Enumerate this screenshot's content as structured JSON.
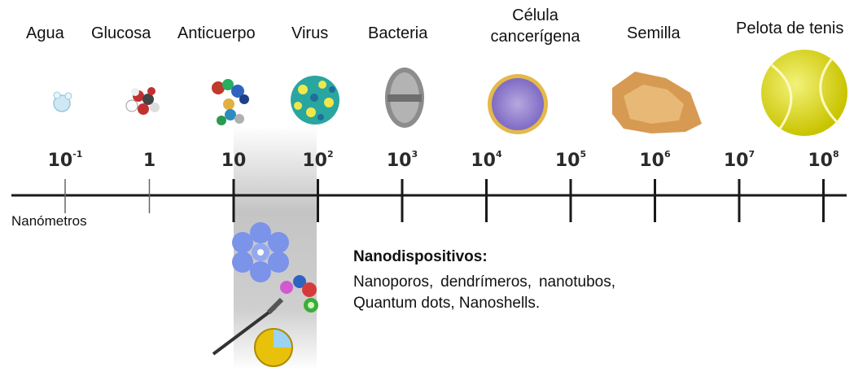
{
  "items": [
    {
      "label": "Agua"
    },
    {
      "label": "Glucosa"
    },
    {
      "label": "Anticuerpo"
    },
    {
      "label": "Virus"
    },
    {
      "label": "Bacteria"
    },
    {
      "label": "Célula cancerígena"
    },
    {
      "label": "Semilla"
    },
    {
      "label": "Pelota de tenis"
    }
  ],
  "scale": {
    "ticks": [
      {
        "base": "10",
        "exp": "-1"
      },
      {
        "base": "1",
        "exp": ""
      },
      {
        "base": "10",
        "exp": ""
      },
      {
        "base": "10",
        "exp": "2"
      },
      {
        "base": "10",
        "exp": "3"
      },
      {
        "base": "10",
        "exp": "4"
      },
      {
        "base": "10",
        "exp": "5"
      },
      {
        "base": "10",
        "exp": "6"
      },
      {
        "base": "10",
        "exp": "7"
      },
      {
        "base": "10",
        "exp": "8"
      }
    ],
    "unit_label": "Nanómetros"
  },
  "nanodevices": {
    "title": "Nanodispositivos:",
    "text": "Nanoporos, dendrímeros, nanotubos, Quantum dots, Nanoshells."
  },
  "colors": {
    "axis": "#1a1a1a",
    "band": "#b5b5b5"
  }
}
